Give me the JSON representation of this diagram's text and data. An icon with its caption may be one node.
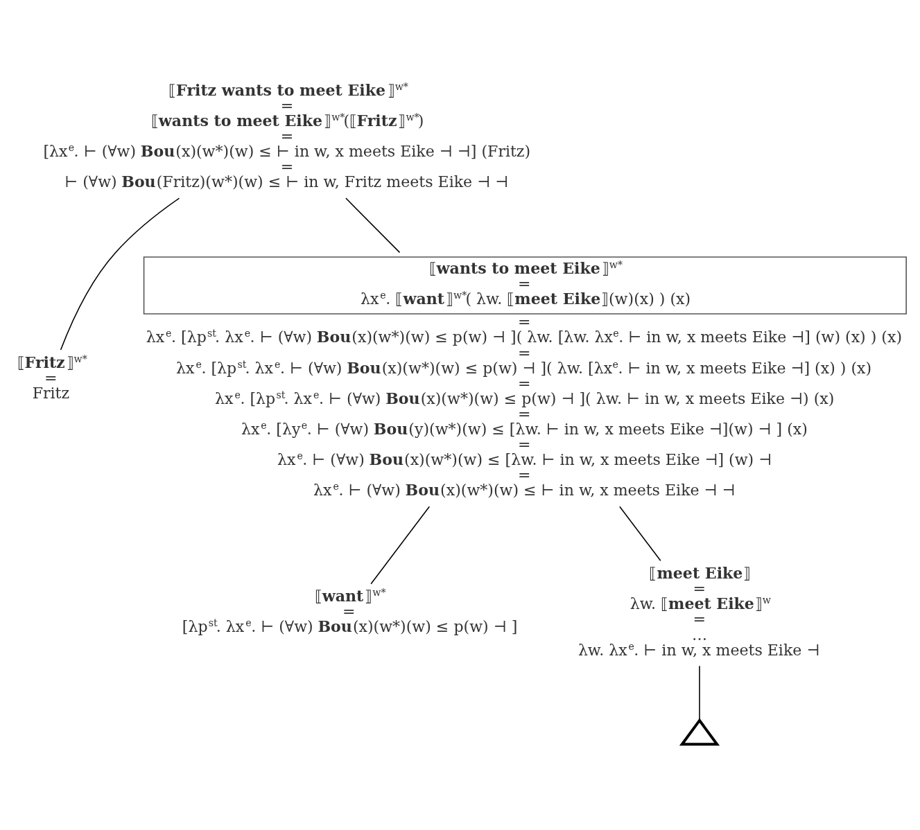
{
  "diagram": {
    "nodes": [
      {
        "text": [
          "⟦**Fritz wants to meet Eike**⟧$^{w*}$",
          "=",
          "⟦**wants to meet Eike**⟧$^{w*}$(⟦**Fritz**⟧$^{w*}$)",
          "=",
          "[λx$^{e}$. ⊢ (∀w) **Bou**(x)(w*)(w) ≤ ⊢ in w, x meets Eike ⊣ ⊣] (Fritz)",
          "=",
          "⊢ (∀w) **Bou**(Fritz)(w*)(w) ≤ ⊢ in w, Fritz meets Eike ⊣ ⊣"
        ]
      },
      {
        "text": [
          "⟦**Fritz**⟧$^{w*}$",
          "=",
          "Fritz"
        ]
      },
      {
        "text": [
          "⟦**wants to meet Eike**⟧$^{w*}$",
          "=",
          "λx$^{e}$. ⟦**want**⟧$^{w*}$( λw. ⟦**meet Eike**⟧(w)(x) ) (x)"
        ],
        "beside": [
          "=",
          "λx$^{e}$. [λp$^{st}$. λx$^{e}$. ⊢ (∀w) **Bou**(x)(w*)(w) ≤ p(w) ⊣ ]( λw. [λw. λx$^{e}$. ⊢ in w, x meets Eike ⊣] (w) (x) ) (x)",
          "=",
          "λx$^{e}$. [λp$^{st}$. λx$^{e}$. ⊢ (∀w) **Bou**(x)(w*)(w) ≤ p(w) ⊣ ]( λw. [λx$^{e}$. ⊢ in w, x meets Eike ⊣] (x) ) (x)",
          "=",
          "λx$^{e}$. [λp$^{st}$. λx$^{e}$. ⊢ (∀w) **Bou**(x)(w*)(w) ≤ p(w) ⊣ ]( λw. ⊢ in w, x meets Eike ⊣) (x)",
          "=",
          "λx$^{e}$. [λy$^{e}$. ⊢ (∀w) **Bou**(y)(w*)(w) ≤ [λw. ⊢ in w, x meets Eike ⊣](w) ⊣ ] (x)",
          "=",
          "λx$^{e}$. ⊢ (∀w) **Bou**(x)(w*)(w) ≤ [λw. ⊢ in w, x meets Eike ⊣] (w) ⊣",
          "=",
          "λx$^{e}$. ⊢ (∀w) **Bou**(x)(w*)(w) ≤ ⊢ in w, x meets Eike ⊣ ⊣"
        ]
      },
      {
        "text": [
          "⟦**want**⟧$^{w*}$",
          "=",
          "[λp$^{st}$. λx$^{e}$. ⊢ (∀w) **Bou**(x)(w*)(w) ≤ p(w) ⊣ ]"
        ]
      },
      {
        "text": [
          "⟦**meet Eike**⟧",
          "=",
          "λw. ⟦**meet Eike**⟧$^{w}$",
          "=",
          "…",
          "λw. λx$^{e}$. ⊢ in w, x meets Eike ⊣"
        ]
      },
      {
        "text": [],
        "shape": "triangle"
      }
    ],
    "edges": [
      {
        "from": 0,
        "to": 1,
        "arrow": "none"
      },
      {
        "from": 0,
        "to": 2,
        "arrow": "none"
      },
      {
        "from": 2,
        "to": 3,
        "arrow": "none"
      },
      {
        "from": 2,
        "to": 4,
        "arrow": "none"
      },
      {
        "from": 4,
        "to": 5,
        "arrow": "none"
      }
    ]
  }
}
